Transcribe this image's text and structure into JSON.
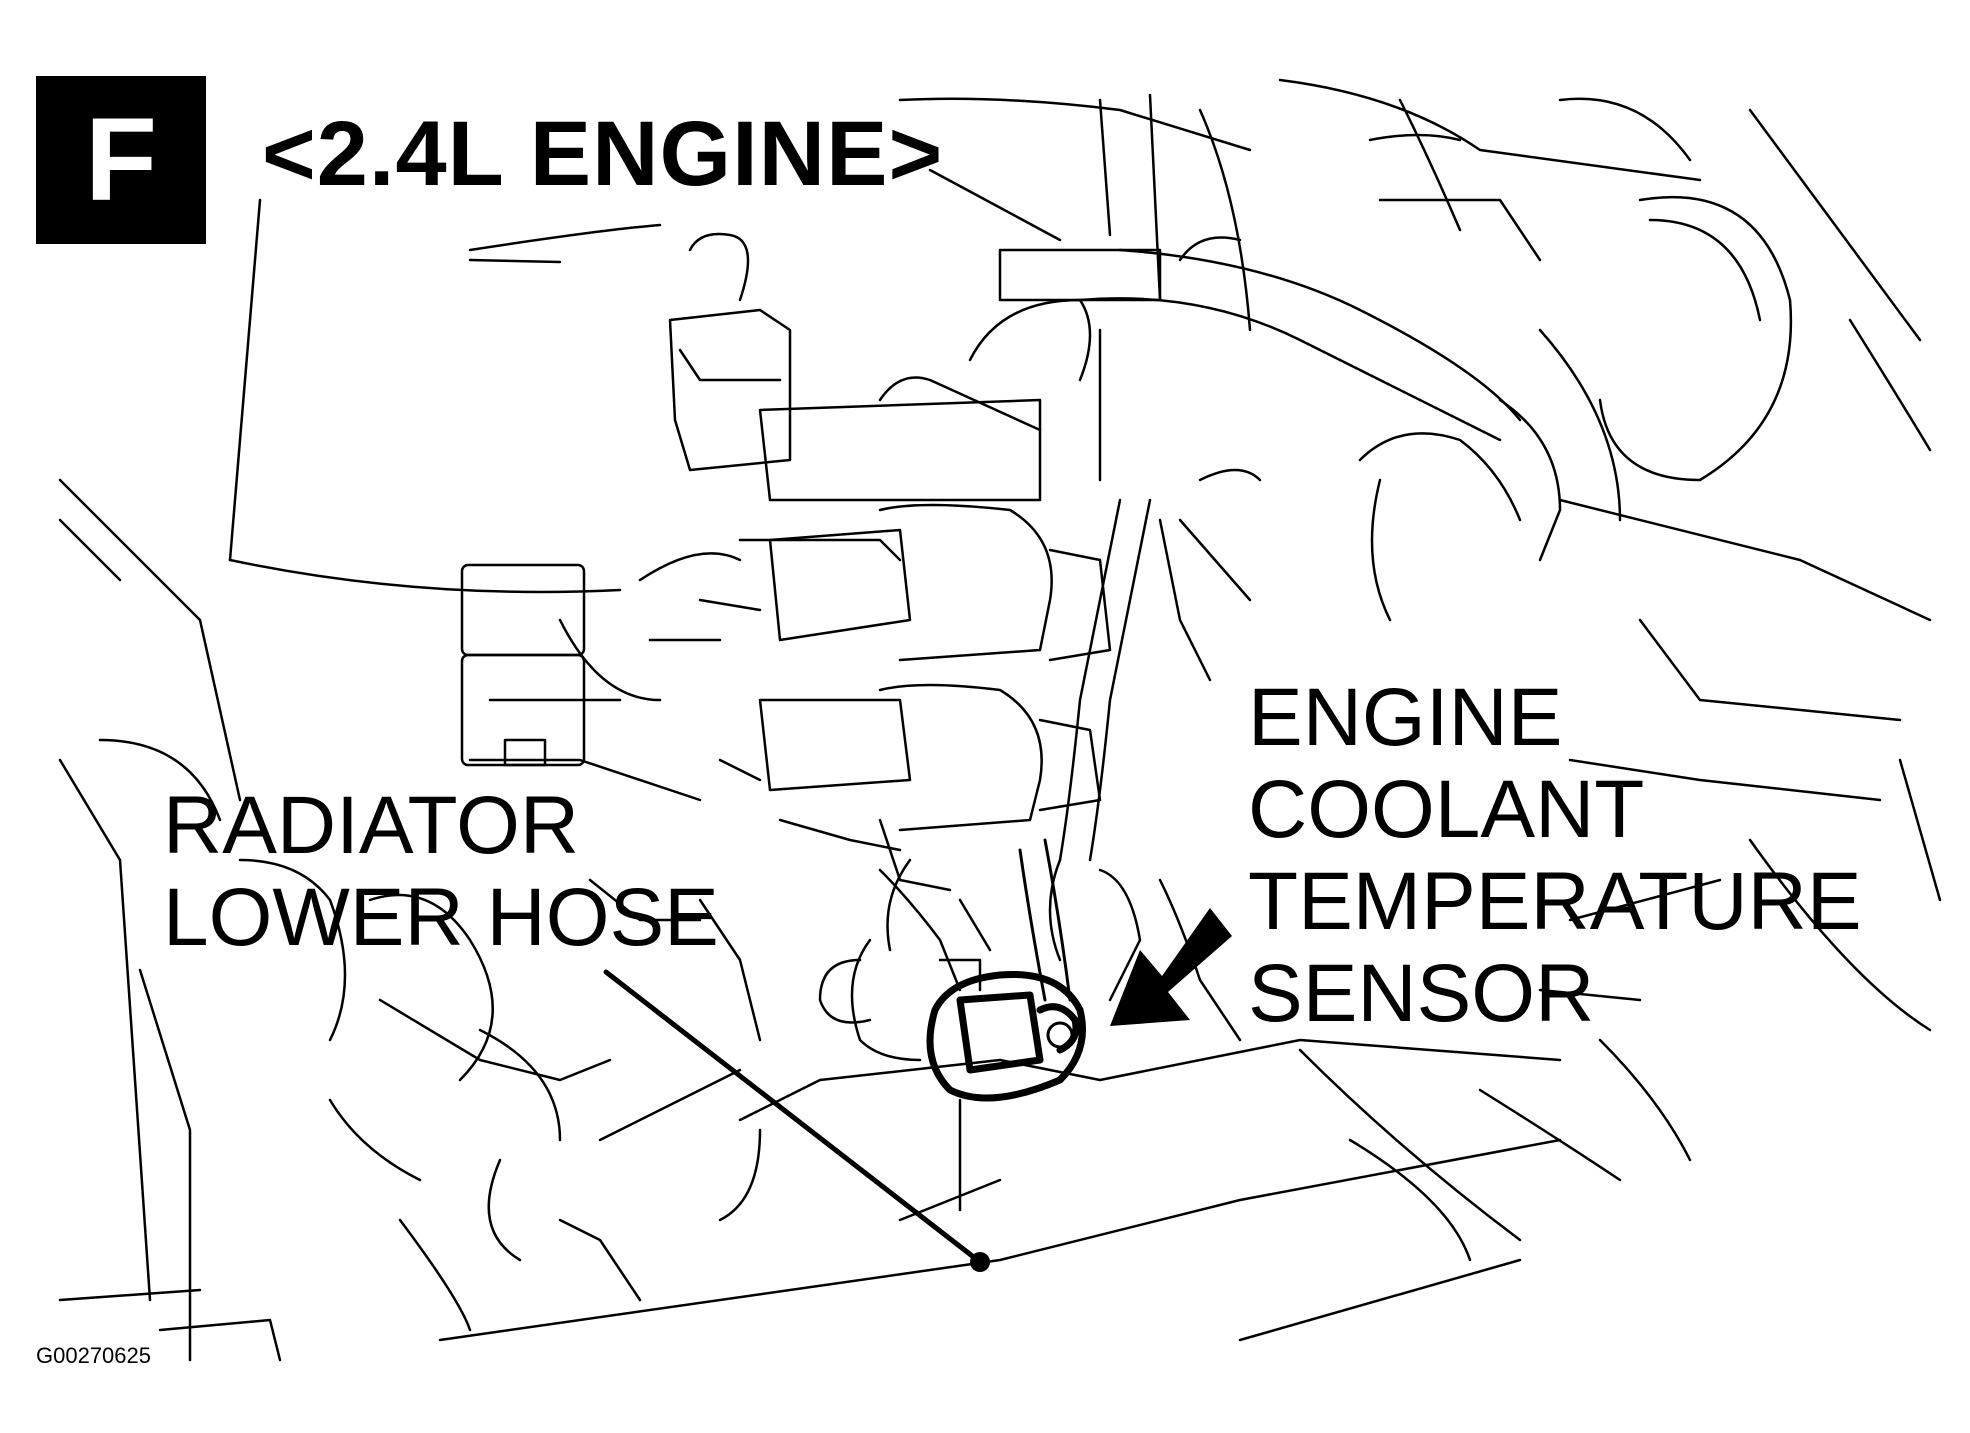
{
  "figure": {
    "badge": "F",
    "title": "<2.4L ENGINE>",
    "figure_id": "G00270625"
  },
  "labels": {
    "radiator_hose": [
      "RADIATOR",
      "LOWER HOSE"
    ],
    "sensor": [
      "ENGINE",
      "COOLANT",
      "TEMPERATURE",
      "SENSOR"
    ]
  },
  "colors": {
    "line": "#000000",
    "background": "#ffffff"
  }
}
